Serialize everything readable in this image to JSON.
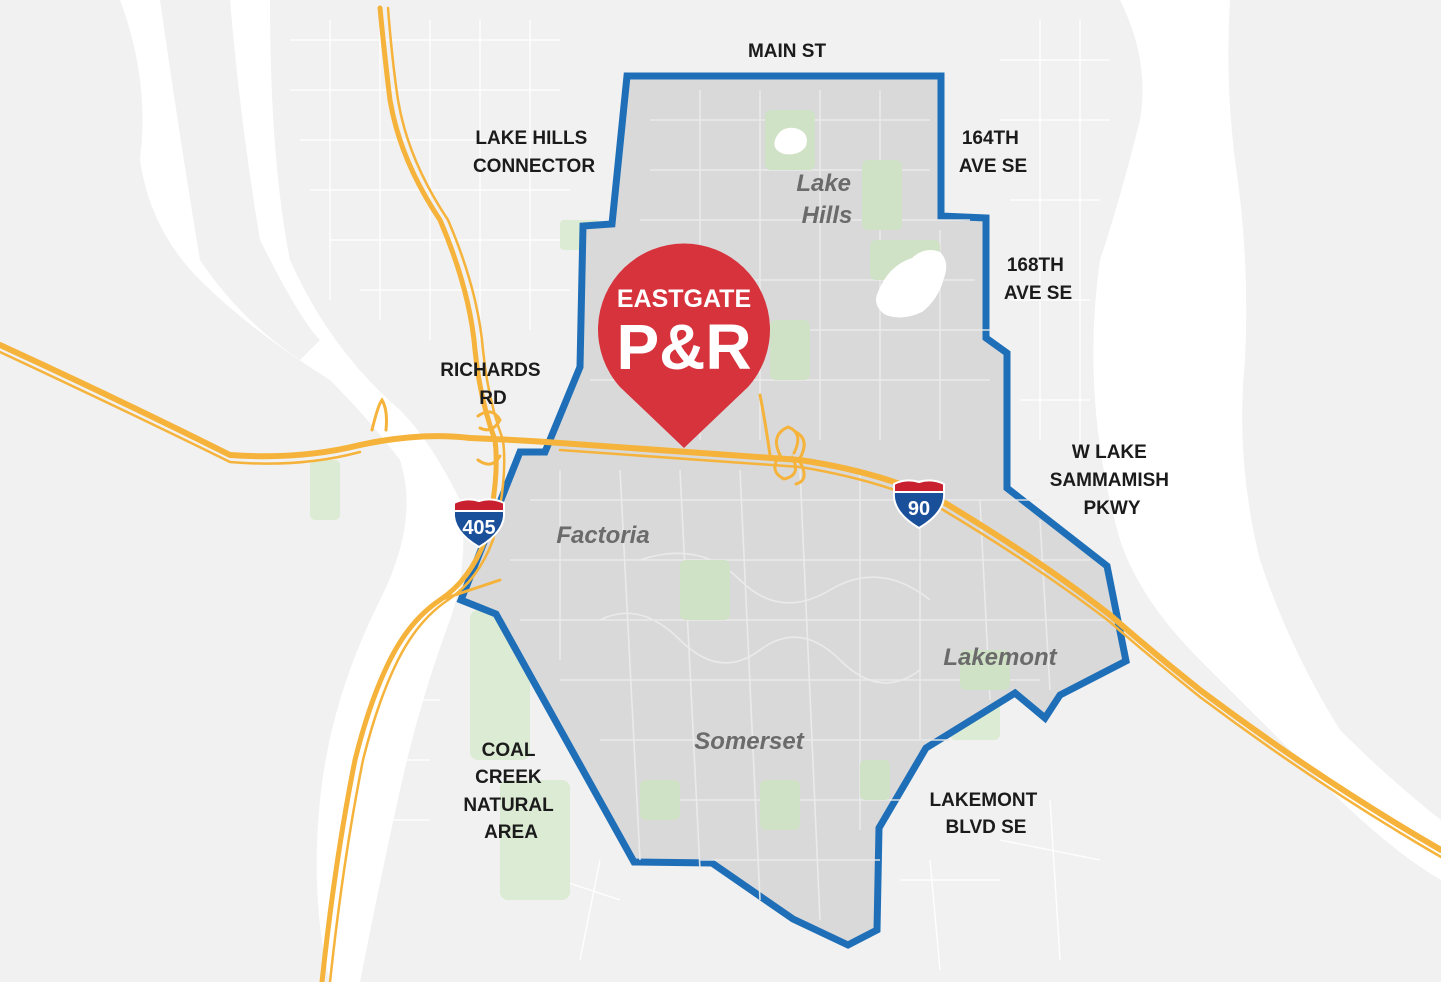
{
  "colors": {
    "water": "#ffffff",
    "land": "#f1f1f1",
    "park": "#dcebd3",
    "zone_fill": "#d9d9d9",
    "zone_border": "#1f6fb8",
    "highway": "#f5b33b",
    "pin": "#d7333c",
    "shield_blue": "#1a4f9a",
    "shield_red": "#c8202e"
  },
  "pin": {
    "line1": "EASTGATE",
    "line2": "P&R",
    "icon": "map-pin-icon"
  },
  "road_labels": [
    {
      "id": "main-st",
      "lines": [
        "MAIN ST"
      ]
    },
    {
      "id": "lake-hills-connector",
      "lines": [
        "LAKE HILLS",
        "CONNECTOR"
      ]
    },
    {
      "id": "164th-ave-se",
      "lines": [
        "164TH",
        "AVE SE"
      ]
    },
    {
      "id": "168th-ave-se",
      "lines": [
        "168TH",
        "AVE SE"
      ]
    },
    {
      "id": "richards-rd",
      "lines": [
        "RICHARDS",
        "RD"
      ]
    },
    {
      "id": "w-lake-sammamish-pkwy",
      "lines": [
        "W LAKE",
        "SAMMAMISH",
        "PKWY"
      ]
    },
    {
      "id": "coal-creek-natural-area",
      "lines": [
        "COAL",
        "CREEK",
        "NATURAL",
        "AREA"
      ]
    },
    {
      "id": "lakemont-blvd-se",
      "lines": [
        "LAKEMONT",
        "BLVD SE"
      ]
    }
  ],
  "neighborhoods": [
    {
      "id": "lake-hills",
      "lines": [
        "Lake",
        "Hills"
      ]
    },
    {
      "id": "factoria",
      "lines": [
        "Factoria"
      ]
    },
    {
      "id": "lakemont",
      "lines": [
        "Lakemont"
      ]
    },
    {
      "id": "somerset",
      "lines": [
        "Somerset"
      ]
    }
  ],
  "shields": [
    {
      "id": "i-405",
      "number": "405",
      "icon": "interstate-shield-icon"
    },
    {
      "id": "i-90",
      "number": "90",
      "icon": "interstate-shield-icon"
    }
  ]
}
